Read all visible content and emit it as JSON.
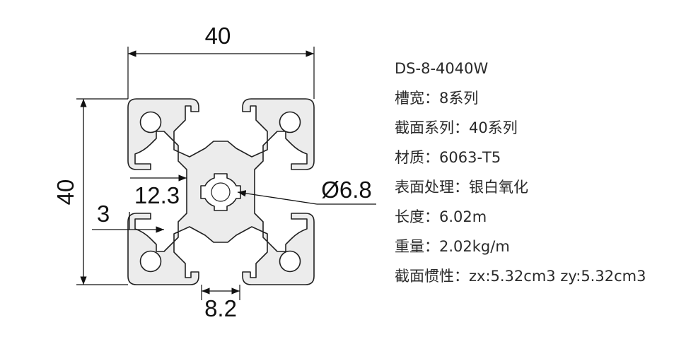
{
  "drawing": {
    "dim_top": "40",
    "dim_left": "40",
    "dim_slot_depth": "12.3",
    "dim_wall": "3",
    "dim_bore": "Ø6.8",
    "dim_slot_width": "8.2"
  },
  "specs": [
    "DS-8-4040W",
    "槽宽：8系列",
    "截面系列：40系列",
    "材质：6063-T5",
    "表面处理：银白氧化",
    "长度：6.02m",
    "重量：2.02kg/m",
    "截面惯性：zx:5.32cm3 zy:5.32cm3"
  ],
  "colors": {
    "profile_fill": "#ececec",
    "profile_stroke": "#222222",
    "dimension_line": "#111111"
  }
}
